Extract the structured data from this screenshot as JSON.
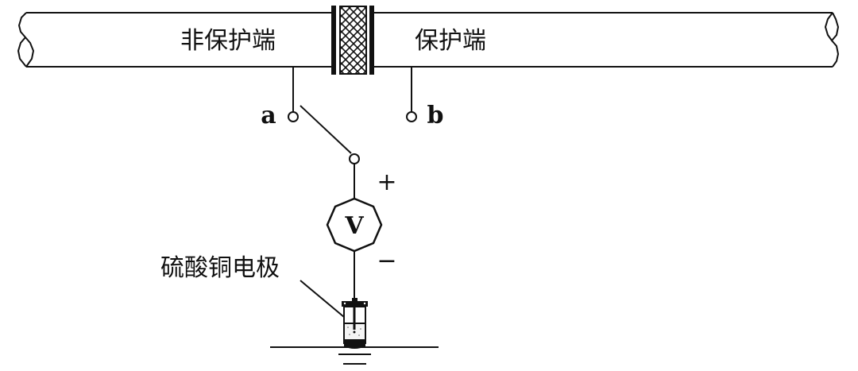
{
  "diagram": {
    "title": "",
    "pipe": {
      "unprotected_label": "非保护端",
      "protected_label": "保护端"
    },
    "terminals": {
      "a_label": "a",
      "b_label": "b"
    },
    "voltmeter": {
      "symbol": "V",
      "plus_label": "+",
      "minus_label": "−"
    },
    "electrode": {
      "label": "硫酸铜电极"
    },
    "switch": {
      "connected_to": "a"
    },
    "colors": {
      "line": "#111111",
      "background": "#ffffff"
    }
  }
}
